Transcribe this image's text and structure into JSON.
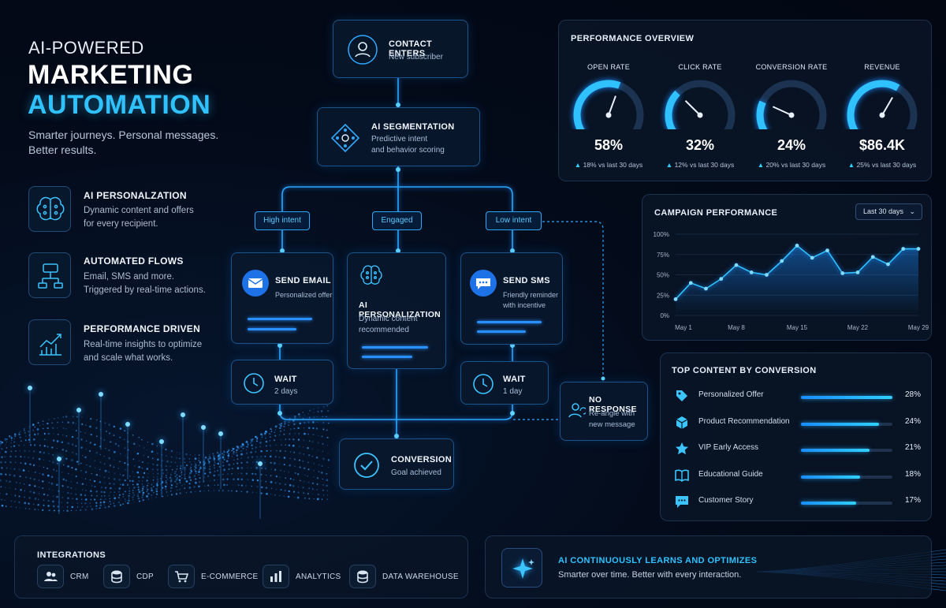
{
  "hero": {
    "kicker": "AI-POWERED",
    "title_line1": "MARKETING",
    "title_line2": "AUTOMATION",
    "subtitle_line1": "Smarter journeys. Personal messages.",
    "subtitle_line2": "Better results."
  },
  "features": [
    {
      "title": "AI PERSONALZATION",
      "line1": "Dynamic content and offers",
      "line2": "for every recipient.",
      "icon": "brain-icon"
    },
    {
      "title": "AUTOMATED FLOWS",
      "line1": "Email, SMS and more.",
      "line2": "Triggered by real-time actions.",
      "icon": "flow-icon"
    },
    {
      "title": "PERFORMANCE DRIVEN",
      "line1": "Real-time insights to optimize",
      "line2": "and scale what works.",
      "icon": "growth-chart-icon"
    }
  ],
  "flow": {
    "contact": {
      "title": "CONTACT ENTERS",
      "sub": "New subscriber"
    },
    "segmentation": {
      "title": "AI SEGMENTATION",
      "sub1": "Predictive intent",
      "sub2": "and behavior scoring"
    },
    "branches": [
      "High intent",
      "Engaged",
      "Low intent"
    ],
    "send_email": {
      "title": "SEND EMAIL",
      "sub": "Personalized offer"
    },
    "ai_personalization": {
      "title": "AI PERSONALIZATION",
      "sub1": "Dynamic content",
      "sub2": "recommended"
    },
    "send_sms": {
      "title": "SEND SMS",
      "sub1": "Friendly reminder",
      "sub2": "with incentive"
    },
    "wait_left": {
      "title": "WAIT",
      "sub": "2 days"
    },
    "wait_right": {
      "title": "WAIT",
      "sub": "1 day"
    },
    "no_response": {
      "title": "NO RESPONSE",
      "sub1": "Re-angle with",
      "sub2": "new message"
    },
    "conversion": {
      "title": "CONVERSION",
      "sub": "Goal achieved"
    }
  },
  "performance": {
    "title": "PERFORMANCE OVERVIEW",
    "gauges": [
      {
        "label": "OPEN RATE",
        "value": "58%",
        "delta": "18%",
        "delta_suffix": "vs last 30 days",
        "level": 0.58
      },
      {
        "label": "CLICK RATE",
        "value": "32%",
        "delta": "12%",
        "delta_suffix": "vs last 30 days",
        "level": 0.32
      },
      {
        "label": "CONVERSION RATE",
        "value": "24%",
        "delta": "20%",
        "delta_suffix": "vs last 30 days",
        "level": 0.24
      },
      {
        "label": "REVENUE",
        "value": "$86.4K",
        "delta": "25%",
        "delta_suffix": "vs last 30 days",
        "level": 0.62
      }
    ]
  },
  "campaign": {
    "title": "CAMPAIGN PERFORMANCE",
    "range_select": "Last 30 days"
  },
  "chart_data": {
    "type": "area",
    "title": "CAMPAIGN PERFORMANCE",
    "y_ticks": [
      "100%",
      "75%",
      "50%",
      "25%",
      "0%"
    ],
    "x_ticks": [
      "May 1",
      "May 8",
      "May 15",
      "May 22",
      "May 29"
    ],
    "ylim": [
      0,
      100
    ],
    "x": [
      1,
      2,
      3,
      4,
      5,
      6,
      7,
      8,
      9,
      10,
      11,
      12,
      13,
      14,
      15,
      16,
      17
    ],
    "values": [
      20,
      40,
      33,
      45,
      62,
      53,
      50,
      67,
      86,
      71,
      80,
      52,
      53,
      72,
      63,
      82,
      82
    ],
    "grid": true,
    "accent": "#2fc2ff"
  },
  "top_content": {
    "title": "TOP CONTENT BY CONVERSION",
    "rows": [
      {
        "label": "Personalized Offer",
        "pct": "28%",
        "level": 0.28,
        "icon": "tag-icon"
      },
      {
        "label": "Product Recommendation",
        "pct": "24%",
        "level": 0.24,
        "icon": "box-icon"
      },
      {
        "label": "VIP Early Access",
        "pct": "21%",
        "level": 0.21,
        "icon": "star-icon"
      },
      {
        "label": "Educational Guide",
        "pct": "18%",
        "level": 0.18,
        "icon": "book-icon"
      },
      {
        "label": "Customer Story",
        "pct": "17%",
        "level": 0.17,
        "icon": "chat-icon"
      }
    ]
  },
  "integrations": {
    "title": "INTEGRATIONS",
    "items": [
      {
        "label": "CRM",
        "icon": "users-icon"
      },
      {
        "label": "CDP",
        "icon": "database-icon"
      },
      {
        "label": "E-COMMERCE",
        "icon": "cart-icon"
      },
      {
        "label": "ANALYTICS",
        "icon": "bar-chart-icon"
      },
      {
        "label": "DATA WAREHOUSE",
        "icon": "warehouse-icon"
      }
    ]
  },
  "ai_banner": {
    "title": "AI CONTINUOUSLY LEARNS AND OPTIMIZES",
    "sub": "Smarter over time. Better with every interaction."
  },
  "colors": {
    "accent": "#2fc2ff",
    "accent_deep": "#1a8cff",
    "background": "#030a18"
  }
}
